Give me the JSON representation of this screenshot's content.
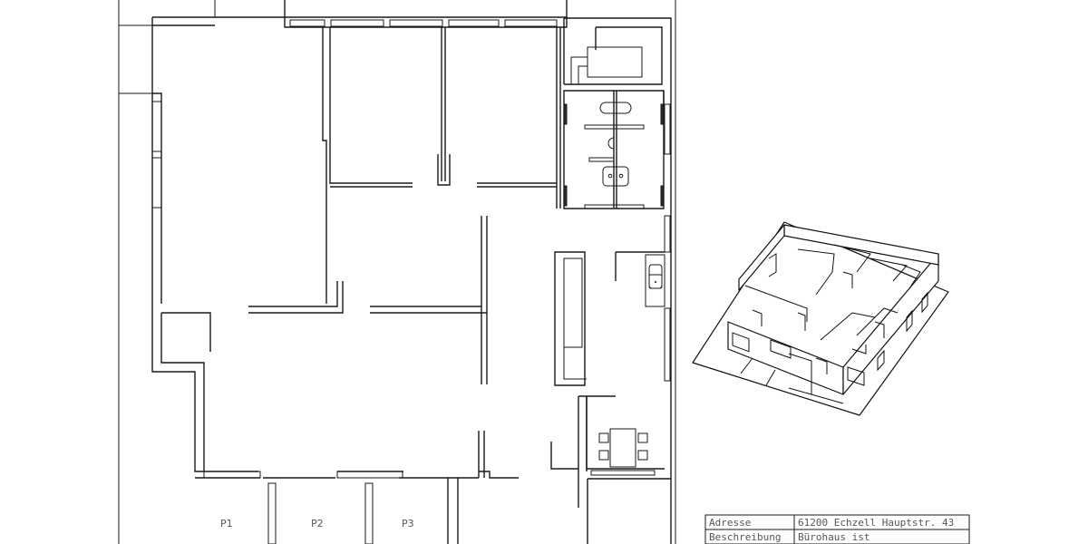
{
  "drawing": {
    "type": "architectural-floor-plan",
    "parking_labels": [
      "P1",
      "P2",
      "P3"
    ],
    "views": [
      "floor-plan",
      "isometric-3d-view",
      "title-block"
    ]
  },
  "title_block": {
    "rows": [
      {
        "label": "Adresse",
        "value": "61200 Echzell Hauptstr. 43"
      },
      {
        "label": "Beschreibung",
        "value": "Bürohaus ist"
      }
    ]
  },
  "colors": {
    "background": "#ffffff",
    "lines": "#1a1a1a",
    "text": "#555555"
  }
}
